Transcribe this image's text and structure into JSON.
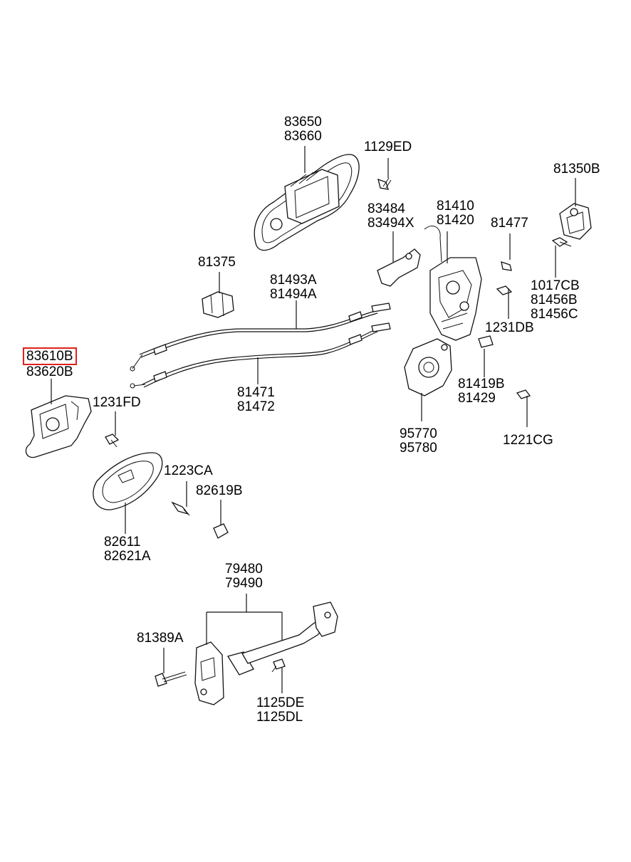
{
  "labels": {
    "p83650": [
      "83650",
      "83660"
    ],
    "p1129ED": [
      "1129ED"
    ],
    "p81350B": [
      "81350B"
    ],
    "p83484": [
      "83484",
      "83494X"
    ],
    "p81410": [
      "81410",
      "81420"
    ],
    "p81477": [
      "81477"
    ],
    "p81375": [
      "81375"
    ],
    "p81493A": [
      "81493A",
      "81494A"
    ],
    "p1017CB": [
      "1017CB",
      "81456B",
      "81456C"
    ],
    "p1231DB": [
      "1231DB"
    ],
    "p83610B": [
      "83610B",
      "83620B"
    ],
    "p1231FD": [
      "1231FD"
    ],
    "p81471": [
      "81471",
      "81472"
    ],
    "p81419B": [
      "81419B",
      "81429"
    ],
    "p95770": [
      "95770",
      "95780"
    ],
    "p1221CG": [
      "1221CG"
    ],
    "p1223CA": [
      "1223CA"
    ],
    "p82619B": [
      "82619B"
    ],
    "p82611": [
      "82611",
      "82621A"
    ],
    "p79480": [
      "79480",
      "79490"
    ],
    "p81389A": [
      "81389A"
    ],
    "p1125DE": [
      "1125DE",
      "1125DL"
    ]
  },
  "highlight": {
    "part": "83610B",
    "color": "#e0201c"
  }
}
